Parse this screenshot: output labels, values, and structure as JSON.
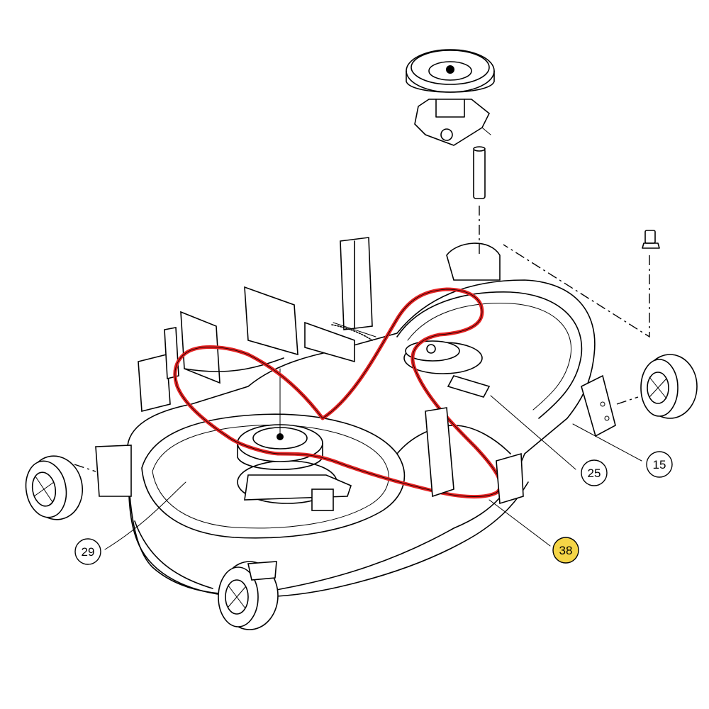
{
  "diagram": {
    "callouts": [
      {
        "id": "15",
        "label": "15",
        "highlighted": false
      },
      {
        "id": "25",
        "label": "25",
        "highlighted": false
      },
      {
        "id": "29",
        "label": "29",
        "highlighted": false
      },
      {
        "id": "38",
        "label": "38",
        "highlighted": true
      }
    ],
    "colors": {
      "belt": "#e32020",
      "highlight": "#f5d547",
      "line": "#000000",
      "background": "#ffffff"
    }
  }
}
